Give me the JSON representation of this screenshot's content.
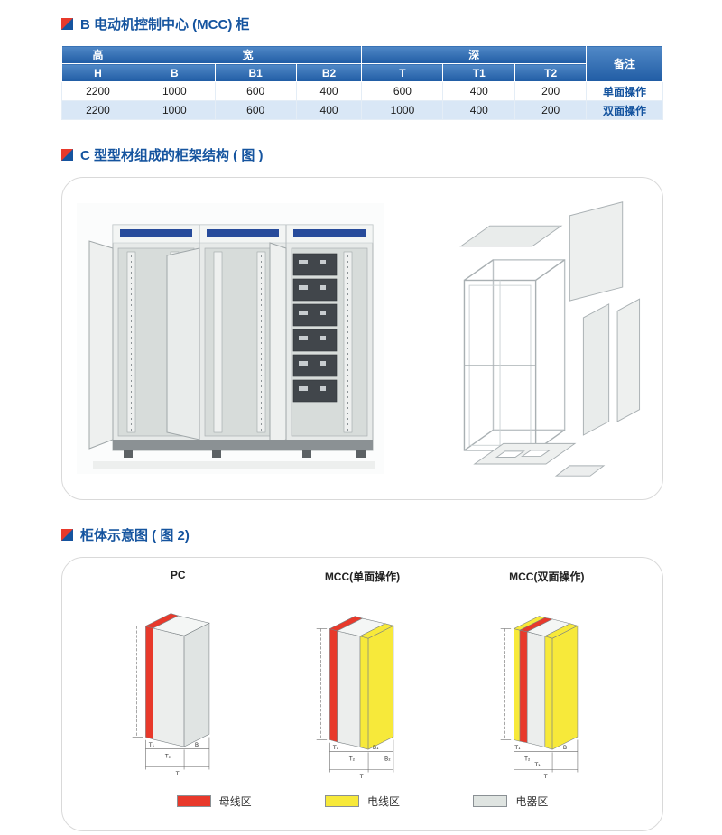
{
  "sections": {
    "b": {
      "title": "B 电动机控制中心 (MCC) 柜",
      "table": {
        "groups": {
          "h": "高",
          "w": "宽",
          "d": "深",
          "note": "备注"
        },
        "cols": [
          "H",
          "B",
          "B1",
          "B2",
          "T",
          "T1",
          "T2"
        ],
        "rows": [
          {
            "cells": [
              "2200",
              "1000",
              "600",
              "400",
              "600",
              "400",
              "200"
            ],
            "note": "单面操作"
          },
          {
            "cells": [
              "2200",
              "1000",
              "600",
              "400",
              "1000",
              "400",
              "200"
            ],
            "note": "双面操作"
          }
        ]
      }
    },
    "c": {
      "title": "C 型型材组成的柜架结构 ( 图 )"
    },
    "d": {
      "title": "柜体示意图 ( 图 2)",
      "diagrams": [
        {
          "label": "PC",
          "dims": [
            "T₁",
            "T₂",
            "B",
            "T"
          ]
        },
        {
          "label": "MCC(单面操作)",
          "dims": [
            "T₁",
            "T₂",
            "B₁",
            "B₂",
            "T"
          ]
        },
        {
          "label": "MCC(双面操作)",
          "dims": [
            "T₁",
            "T₂",
            "T₁",
            "B",
            "T"
          ]
        }
      ],
      "legend": [
        {
          "label": "母线区",
          "color": "#e8392b"
        },
        {
          "label": "电线区",
          "color": "#f7e93a"
        },
        {
          "label": "电器区",
          "color": "#dfe4e1"
        }
      ]
    }
  },
  "colors": {
    "title_blue": "#15549f",
    "table_header_blue": "#2e6cb0",
    "row_alt_blue": "#d9e7f6",
    "zone_red": "#e8392b",
    "zone_yellow": "#f7e93a",
    "zone_gray": "#dfe4e1"
  }
}
